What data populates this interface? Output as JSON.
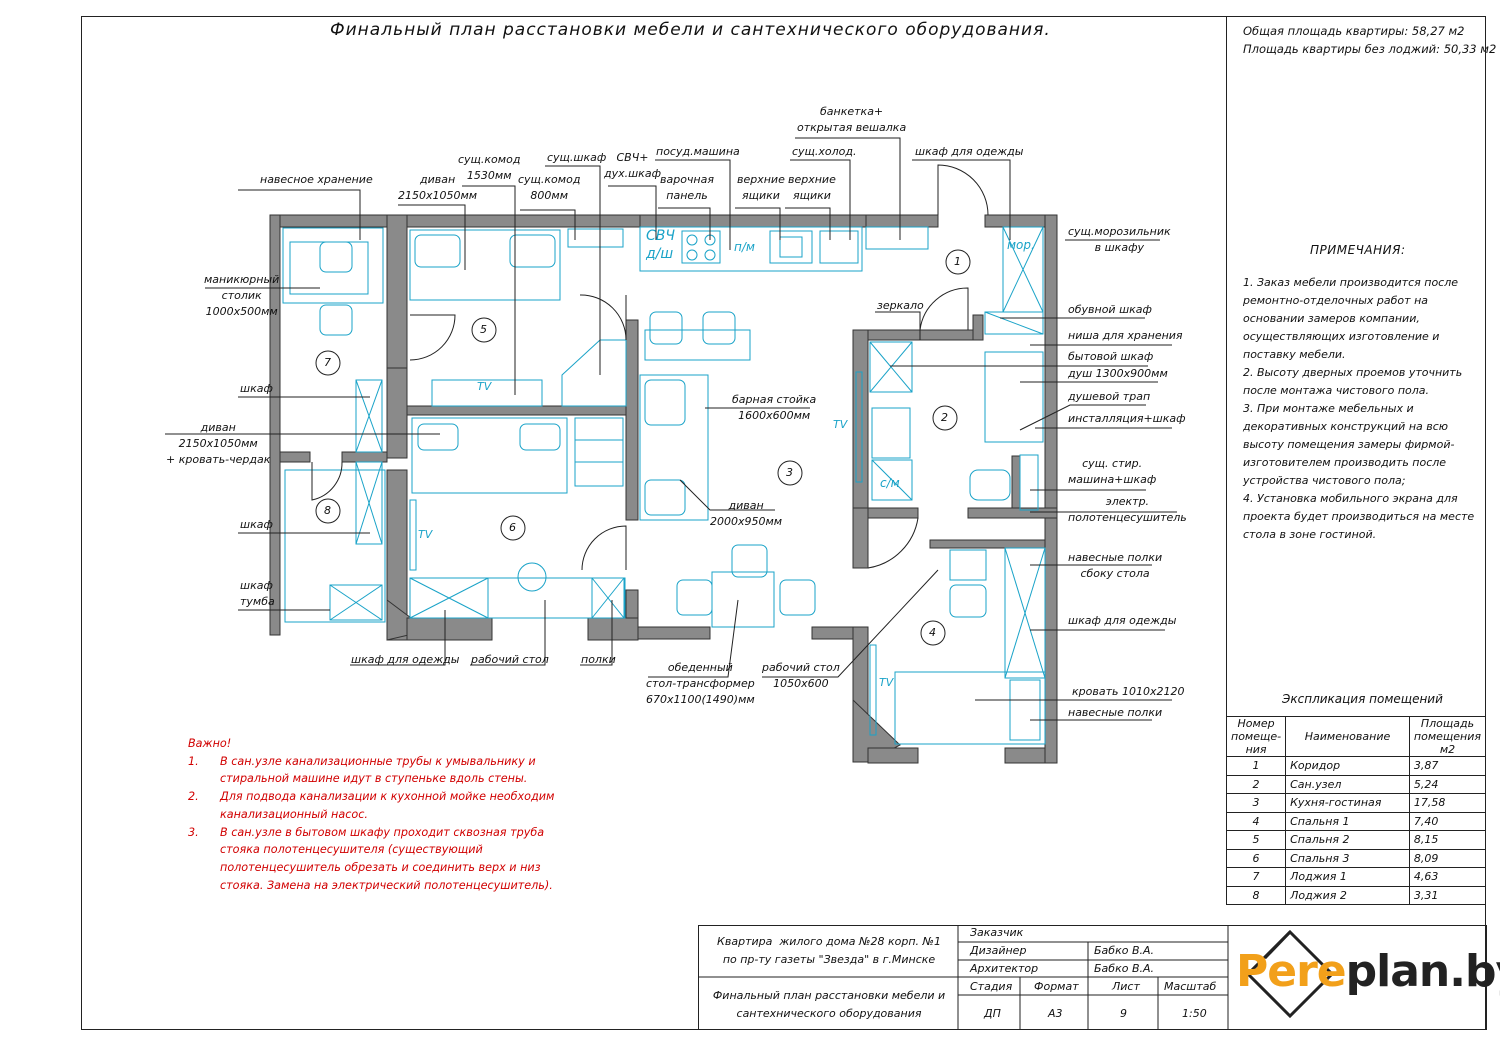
{
  "title": "Финальный план расстановки мебели и сантехнического оборудования.",
  "areas": {
    "total": "Общая площадь квартиры: 58,27 м2",
    "without_loggias": "Площадь квартиры без лоджий: 50,33 м2"
  },
  "callouts": {
    "hanging_storage": "навесное хранение",
    "sofa_5": "диван\n2150х1050мм",
    "dresser_1530": "сущ.комод\n1530мм",
    "dresser_800": "сущ.комод\n800мм",
    "wardrobe_exist": "сущ.шкаф",
    "microwave_oven": "СВЧ+\nдух.шкаф",
    "dishwasher": "посуд.машина",
    "hob": "варочная\nпанель",
    "top_cabinets_1": "верхние\nящики",
    "top_cabinets_2": "верхние\nящики",
    "fridge": "сущ.холод.",
    "bench": "банкетка+\nоткрытая вешалка",
    "clothes_wardrobe_top": "шкаф для одежды",
    "freezer": "сущ.морозильник\nв шкафу",
    "manicure": "маникюрный\nстолик\n1000х500мм",
    "mirror": "зеркало",
    "shoe_cabinet": "обувной шкаф",
    "niche": "ниша для хранения",
    "utility_cabinet": "бытовой шкаф",
    "shower": "душ 1300х900мм",
    "shower_drain": "душевой трап",
    "installation": "инсталляция+шкаф",
    "washer": "сущ. стир.\nмашина+шкаф",
    "towel_rail": "электр.\nполотенцесушитель",
    "wardrobe_7": "шкаф",
    "sofa_6": "диван\n2150х1050мм\n+ кровать-чердак",
    "wardrobe_8": "шкаф",
    "wardrobe_nightstand": "шкаф\nтумба",
    "bar_counter": "барная стойка\n1600х600мм",
    "sofa_3": "диван\n2000х950мм",
    "side_shelves": "навесные полки\nсбоку стола",
    "clothes_wardrobe_4": "шкаф для одежды",
    "bed": "кровать 1010х2120",
    "hanging_shelves": "навесные полки",
    "clothes_wardrobe_bottom": "шкаф для одежды",
    "desk_6": "рабочий стол",
    "shelves": "полки",
    "dining_table": "обеденный\nстол-трансформер\n670х1100(1490)мм",
    "desk_4": "рабочий стол\n1050х600"
  },
  "plan_marks": {
    "tv": "TV",
    "svch": "СВЧ",
    "dsh": "д/ш",
    "pm": "п/м",
    "mor": "мор.",
    "sm": "с/м"
  },
  "rooms": [
    "1",
    "2",
    "3",
    "4",
    "5",
    "6",
    "7",
    "8"
  ],
  "notes": {
    "heading": "ПРИМЕЧАНИЯ:",
    "items": [
      "1.      Заказ мебели производится после ремонтно-отделочных работ на основании замеров компании, осуществляющих изготовление и поставку мебели.",
      "2.      Высоту дверных проемов уточнить после монтажа чистового пола.",
      "3.      При монтаже мебельных и декоративных конструкций на всю высоту помещения замеры фирмой-изготовителем производить после устройства чистового пола;",
      "4.      Установка мобильного экрана для проекта будет производиться на месте стола в зоне гостиной."
    ]
  },
  "warning": {
    "heading": "Важно!",
    "items": [
      {
        "n": "1.",
        "text": "В сан.узле канализационные трубы к умывальнику и\nстиральной машине идут в ступеньке вдоль стены."
      },
      {
        "n": "2.",
        "text": "Для подвода канализации к кухонной мойке необходим\nканализационный насос."
      },
      {
        "n": "3.",
        "text": "В сан.узле в бытовом шкафу проходит сквозная труба\nстояка полотенцесушителя (существующий\nполотенцесушитель обрезать и соединить верх и низ\nстояка. Замена на электрический полотенцесушитель)."
      }
    ]
  },
  "explication": {
    "title": "Экспликация помещений",
    "headers": [
      "Номер помеще-ния",
      "Наименование",
      "Площадь помещения м2"
    ],
    "rows": [
      [
        "1",
        "Коридор",
        "3,87"
      ],
      [
        "2",
        "Сан.узел",
        "5,24"
      ],
      [
        "3",
        "Кухня-гостиная",
        "17,58"
      ],
      [
        "4",
        "Спальня 1",
        "7,40"
      ],
      [
        "5",
        "Спальня 2",
        "8,15"
      ],
      [
        "6",
        "Спальня 3",
        "8,09"
      ],
      [
        "7",
        "Лоджия 1",
        "4,63"
      ],
      [
        "8",
        "Лоджия 2",
        "3,31"
      ]
    ]
  },
  "stamp": {
    "object": "Квартира  жилого дома №28 корп. №1\nпо пр-ту газеты \"Звезда\" в г.Минске",
    "sheet_title": "Финальный план расстановки мебели и\nсантехнического оборудования",
    "customer_label": "Заказчик",
    "designer_label": "Дизайнер",
    "designer": "Бабко В.А.",
    "architect_label": "Архитектор",
    "architect": "Бабко В.А.",
    "stage_label": "Стадия",
    "format_label": "Формат",
    "sheet_label": "Лист",
    "scale_label": "Масштаб",
    "stage": "ДП",
    "format": "А3",
    "sheet": "9",
    "scale": "1:50"
  },
  "logo": {
    "part1": "Pere",
    "part2": "plan.by"
  },
  "colors": {
    "wall": "#8a8a8a",
    "furniture": "#1aa3c8",
    "warning": "#d10000",
    "logo_accent": "#f2a01a"
  }
}
